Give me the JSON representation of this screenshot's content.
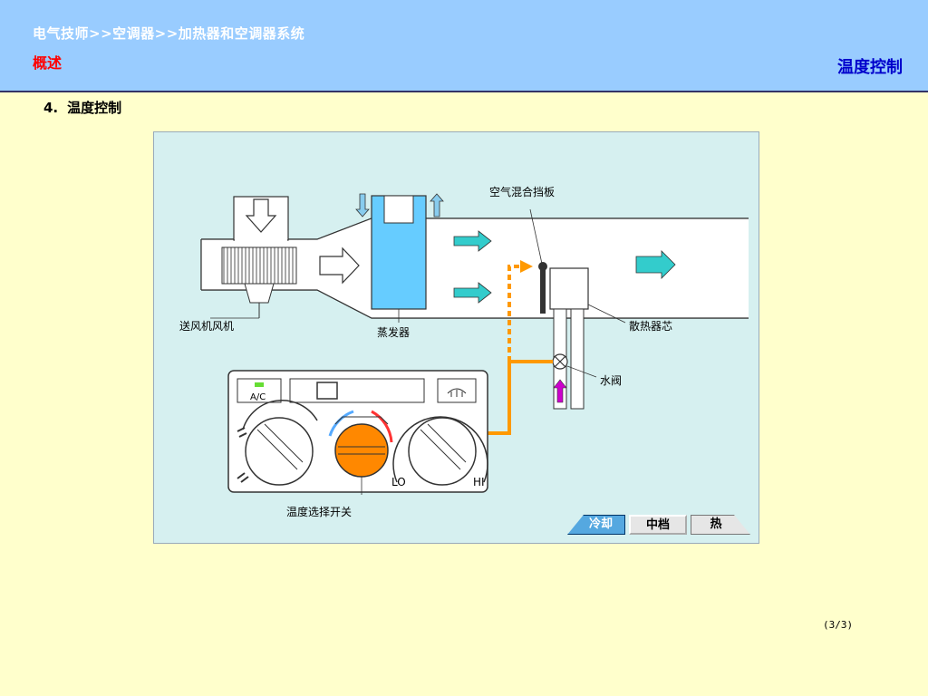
{
  "header": {
    "breadcrumb": "电气技师>>空调器>>加热器和空调器系统",
    "section": "概述",
    "title": "温度控制"
  },
  "heading": {
    "number": "4.",
    "text": "温度控制"
  },
  "diagram": {
    "labels": {
      "blower": "送风机风机",
      "evaporator": "蒸发器",
      "air_mix_damper": "空气混合挡板",
      "heater_core": "散热器芯",
      "water_valve": "水阀",
      "temp_switch": "温度选择开关"
    },
    "panel": {
      "ac": "A/C",
      "lo": "LO",
      "hi": "HI"
    }
  },
  "buttons": {
    "cool": "冷却",
    "mid": "中档",
    "hot": "热"
  },
  "colors": {
    "header_bg": "#99ccff",
    "page_bg": "#ffffcc",
    "diagram_bg": "#d6f0f0",
    "water_flow": "#ff9900",
    "air_arrow": "#33cccc",
    "evaporator": "#66ccff",
    "valve_arrow": "#cc00cc"
  },
  "page_number": "(3/3)"
}
